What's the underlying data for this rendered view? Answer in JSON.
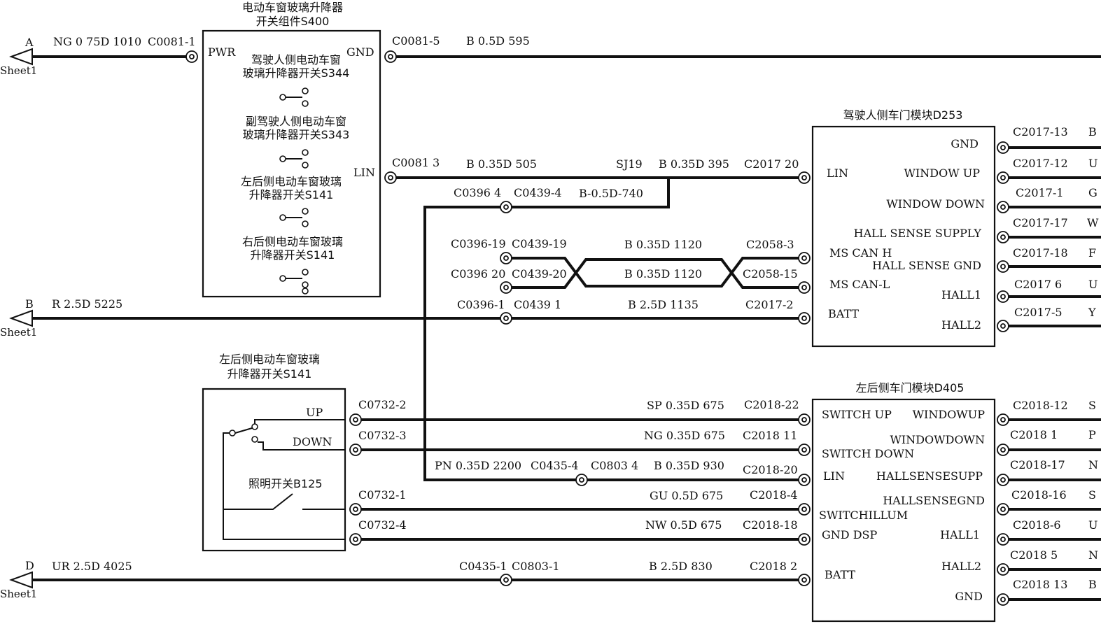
{
  "offpage": [
    {
      "letter": "A",
      "sheet": "Sheet1"
    },
    {
      "letter": "B",
      "sheet": "Sheet1"
    },
    {
      "letter": "D",
      "sheet": "Sheet1"
    }
  ],
  "s400": {
    "title1": "电动车窗玻璃升降器",
    "title2": "开关组件S400",
    "pwr": "PWR",
    "gnd": "GND",
    "lin": "LIN",
    "sw1a": "驾驶人侧电动车窗",
    "sw1b": "玻璃升降器开关S344",
    "sw2a": "副驾驶人侧电动车窗",
    "sw2b": "玻璃升降器开关S343",
    "sw3a": "左后侧电动车窗玻璃",
    "sw3b": "升降器开关S141",
    "sw4a": "右后侧电动车窗玻璃",
    "sw4b": "升降器开关S141"
  },
  "s141": {
    "title1": "左后侧电动车窗玻璃",
    "title2": "升降器开关S141",
    "up": "UP",
    "down": "DOWN",
    "illum": "照明开关B125"
  },
  "d253": {
    "title": "驾驶人侧车门模块D253",
    "left": {
      "lin": "LIN",
      "mscanh": "MS CAN H",
      "mscanl": "MS CAN-L",
      "batt": "BATT"
    },
    "right": {
      "gnd": "GND",
      "wup": "WINDOW UP",
      "wdown": "WINDOW DOWN",
      "hss": "HALL SENSE SUPPLY",
      "hsg": "HALL SENSE GND",
      "hall1": "HALL1",
      "hall2": "HALL2"
    },
    "out": [
      {
        "conn": "C2017-13",
        "tag": "B"
      },
      {
        "conn": "C2017-12",
        "tag": "U"
      },
      {
        "conn": "C2017-1",
        "tag": "G"
      },
      {
        "conn": "C2017-17",
        "tag": "W"
      },
      {
        "conn": "C2017-18",
        "tag": "F"
      },
      {
        "conn": "C2017 6",
        "tag": "U"
      },
      {
        "conn": "C2017-5",
        "tag": "Y"
      }
    ]
  },
  "d405": {
    "title": "左后侧车门模块D405",
    "left": {
      "swup": "SWITCH UP",
      "swdown": "SWITCH DOWN",
      "lin": "LIN",
      "swillum": "SWITCHILLUM",
      "gnddsp": "GND DSP",
      "batt": "BATT"
    },
    "right": {
      "wup": "WINDOWUP",
      "wdown": "WINDOWDOWN",
      "hss": "HALLSENSESUPP",
      "hsg": "HALLSENSEGND",
      "hall1": "HALL1",
      "hall2": "HALL2",
      "gnd": "GND"
    },
    "out": [
      {
        "conn": "C2018-12",
        "tag": "S"
      },
      {
        "conn": "C2018 1",
        "tag": "P"
      },
      {
        "conn": "C2018-17",
        "tag": "N"
      },
      {
        "conn": "C2018-16",
        "tag": "S"
      },
      {
        "conn": "C2018-6",
        "tag": "U"
      },
      {
        "conn": "C2018 5",
        "tag": "N"
      },
      {
        "conn": "C2018 13",
        "tag": "B"
      }
    ]
  },
  "wires": {
    "a_wire": "NG 0 75D 1010",
    "a_conn": "C0081-1",
    "gnd_conn": "C0081-5",
    "gnd_wire": "B 0.5D 595",
    "lin_conn": "C0081 3",
    "lin_wire": "B 0.35D 505",
    "sj19": "SJ19",
    "lin2_wire": "B 0.35D 395",
    "lin2_conn": "C2017 20",
    "c0396_4": "C0396 4",
    "c0439_4": "C0439-4",
    "w740": "B-0.5D-740",
    "c0396_19": "C0396-19",
    "c0439_19": "C0439-19",
    "w1120a": "B 0.35D 1120",
    "c2058_3": "C2058-3",
    "c0396_20": "C0396 20",
    "c0439_20": "C0439-20",
    "w1120b": "B 0.35D 1120",
    "c2058_15": "C2058-15",
    "b_wire": "R 2.5D 5225",
    "c0396_1": "C0396-1",
    "c0439_1": "C0439 1",
    "w1135": "B 2.5D 1135",
    "c2017_2": "C2017-2",
    "c0732_2": "C0732-2",
    "sp675": "SP 0.35D 675",
    "c2018_22": "C2018-22",
    "c0732_3": "C0732-3",
    "ng675": "NG 0.35D 675",
    "c2018_11": "C2018 11",
    "pn2200": "PN 0.35D 2200",
    "c0435_4": "C0435-4",
    "c0803_4": "C0803 4",
    "b930": "B 0.35D 930",
    "c2018_20": "C2018-20",
    "c0732_1": "C0732-1",
    "gu675": "GU 0.5D 675",
    "c2018_4": "C2018-4",
    "c0732_4": "C0732-4",
    "nw675": "NW 0.5D 675",
    "c2018_18": "C2018-18",
    "d_wire": "UR 2.5D 4025",
    "c0435_1": "C0435-1",
    "c0803_1": "C0803-1",
    "b830": "B 2.5D 830",
    "c2018_2": "C2018 2"
  }
}
